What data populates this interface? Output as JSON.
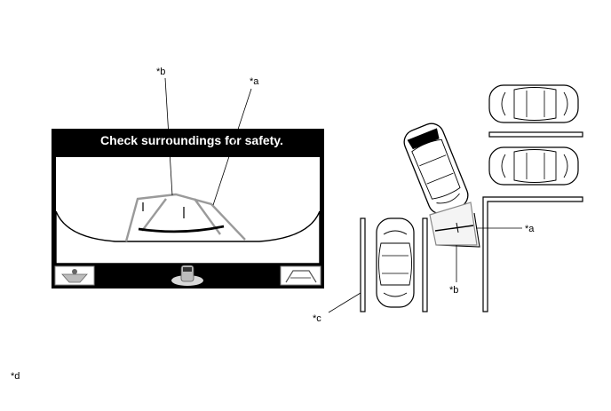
{
  "screen": {
    "message": "Check surroundings for safety."
  },
  "callouts": {
    "a": "*a",
    "b": "*b",
    "c": "*c",
    "d": "*d"
  }
}
